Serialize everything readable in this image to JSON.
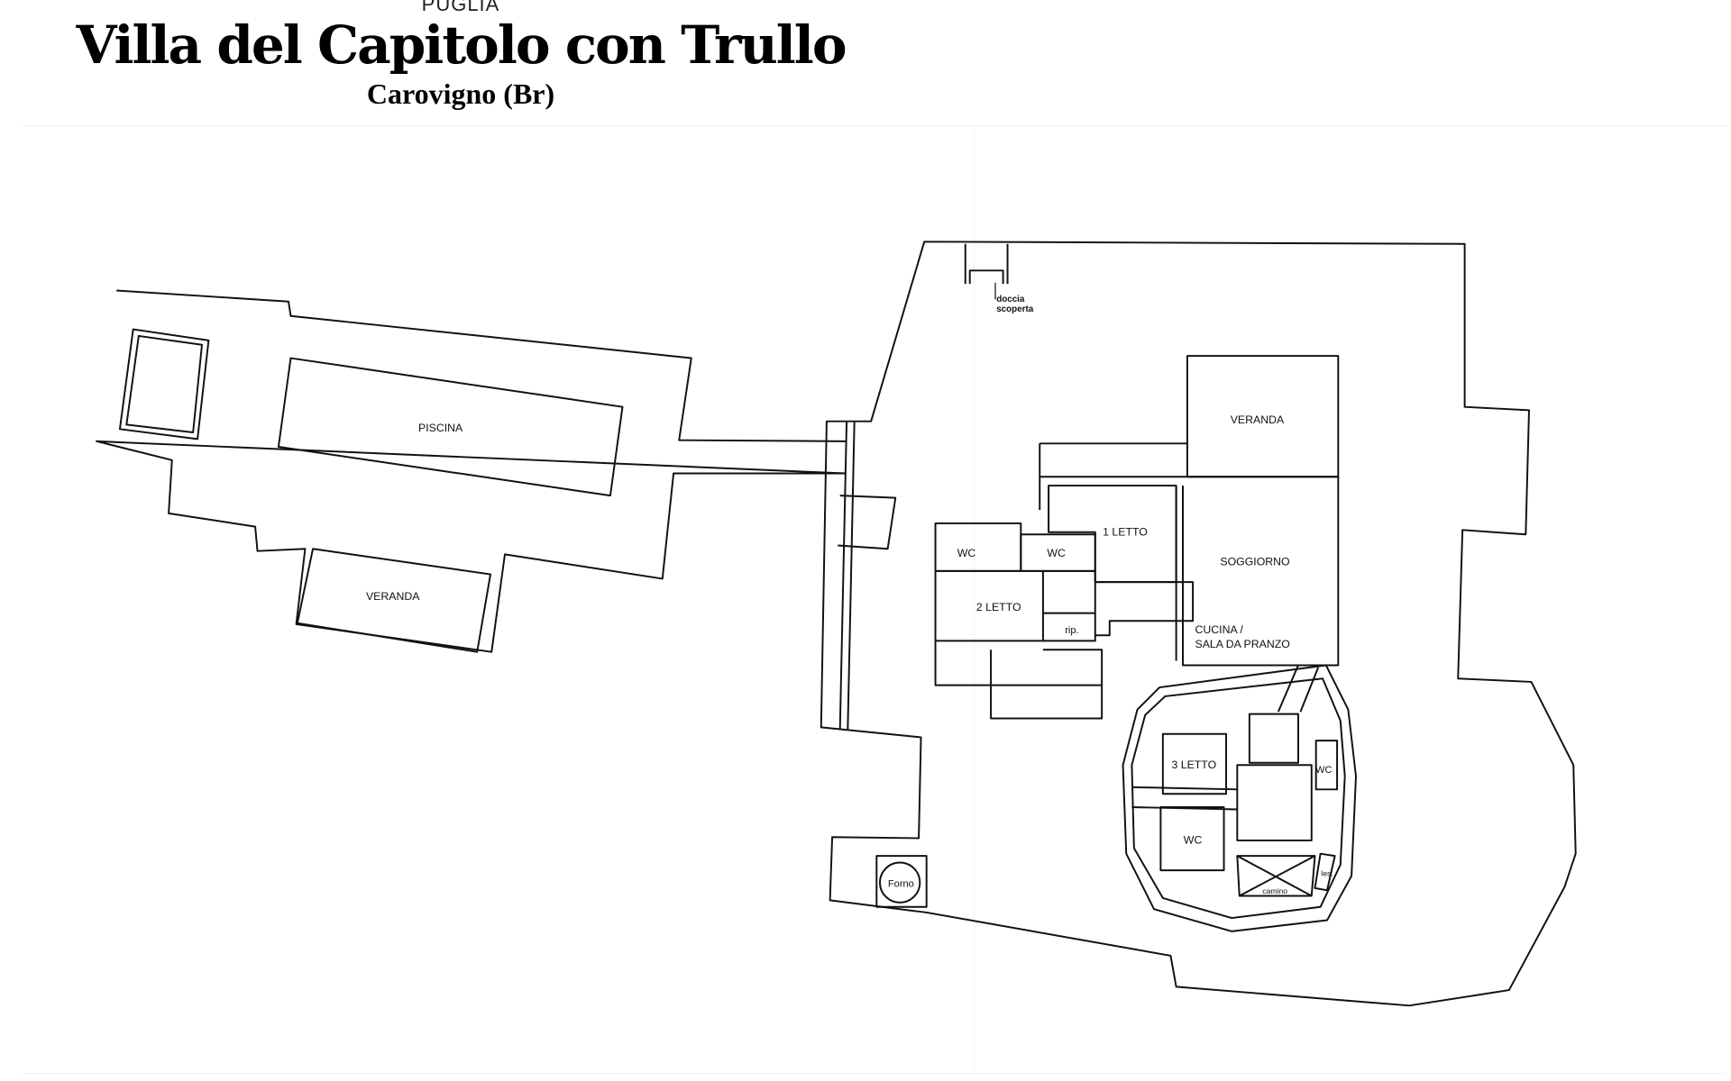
{
  "header": {
    "region": "PUGLIA",
    "title": "Villa del Capitolo con Trullo",
    "location": "Carovigno (Br)"
  },
  "floorplan": {
    "labels": {
      "piscina": "PISCINA",
      "veranda_pool": "VERANDA",
      "veranda_house": "VERANDA",
      "doccia": "doccia",
      "scoperta": "scoperta",
      "letto1": "1 LETTO",
      "letto2": "2 LETTO",
      "letto3": "3 LETTO",
      "wc1": "WC",
      "wc2": "WC",
      "wc3": "WC",
      "wc4": "WC",
      "soggiorno": "SOGGIORNO",
      "cucina1": "CUCINA /",
      "cucina2": "SALA DA PRANZO",
      "ripostiglio": "rip.",
      "forno": "Forno",
      "camino": "camino",
      "les": "les."
    }
  }
}
